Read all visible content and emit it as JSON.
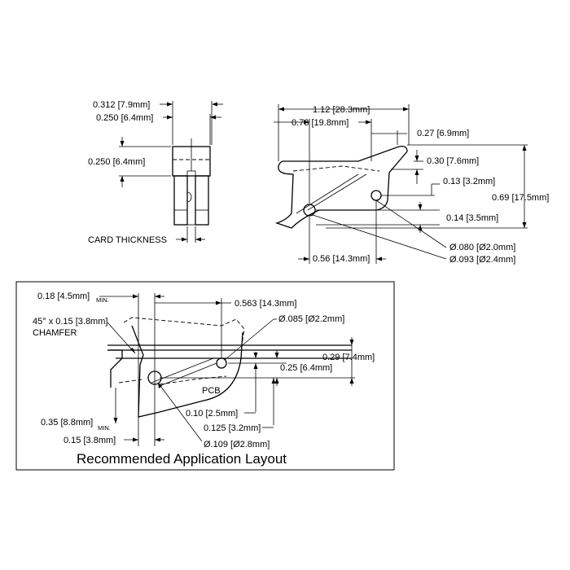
{
  "top_left_view": {
    "dim_width_outer": "0.312 [7.9mm]",
    "dim_width_inner": "0.250 [6.4mm]",
    "dim_height": "0.250 [6.4mm]",
    "card_thickness": "CARD THICKNESS"
  },
  "top_right_view": {
    "dim_overall_length": "1.12 [28.3mm]",
    "dim_pivot_offset": "0.78 [19.8mm]",
    "dim_tip_offset": "0.27 [6.9mm]",
    "dim_height_top": "0.30 [7.6mm]",
    "dim_hole_height": "0.13 [3.2mm]",
    "dim_overall_height": "0.69 [17.5mm]",
    "dim_hole_spacing_v": "0.14 [3.5mm]",
    "dim_hole_small": "Ø.080 [Ø2.0mm]",
    "dim_hole_large": "Ø.093 [Ø2.4mm]",
    "dim_hole_spacing_h": "0.56 [14.3mm]"
  },
  "application_layout": {
    "caption": "Recommended Application Layout",
    "dim_min_offset": "0.18 [4.5mm]",
    "min_label": "MIN.",
    "chamfer_line1": "45° x 0.15 [3.8mm]",
    "chamfer_line2": "CHAMFER",
    "dim_hole_distance": "0.563 [14.3mm]",
    "dim_small_hole": "Ø.085 [Ø2.2mm]",
    "dim_height_a": "0.29 [7.4mm]",
    "dim_height_b": "0.25 [6.4mm]",
    "pcb_label": "PCB",
    "dim_hole_offset_a": "0.10 [2.5mm]",
    "dim_hole_offset_b": "0.125 [3.2mm]",
    "dim_large_hole": "Ø.109 [Ø2.8mm]",
    "dim_edge_min": "0.35 [8.8mm]",
    "min_label_2": "MIN.",
    "dim_edge_offset": "0.15 [3.8mm]"
  }
}
